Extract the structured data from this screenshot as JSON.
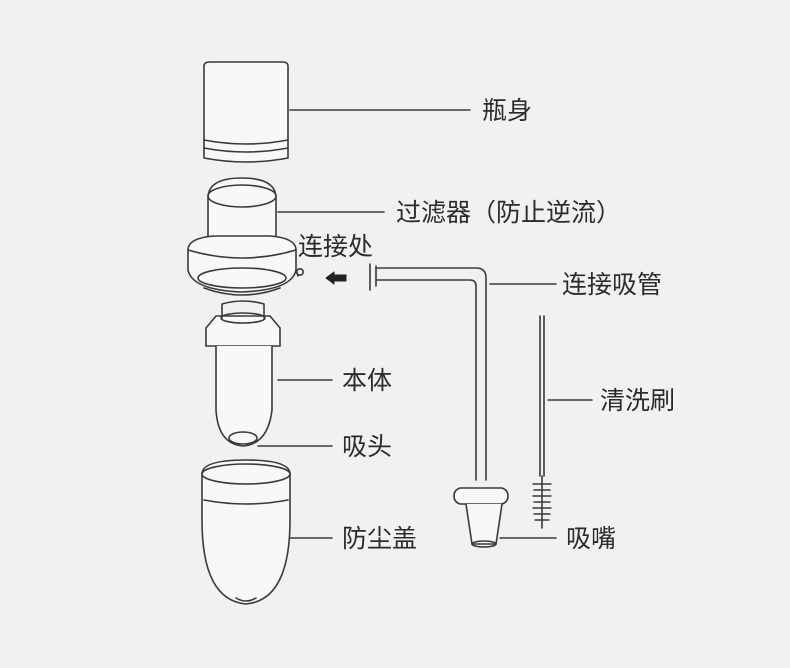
{
  "labels": {
    "bottle_body": "瓶身",
    "filter": "过滤器（防止逆流）",
    "connection_point": "连接处",
    "connecting_straw": "连接吸管",
    "main_body": "本体",
    "cleaning_brush": "清洗刷",
    "suction_head": "吸头",
    "dust_cover": "防尘盖",
    "mouthpiece": "吸嘴"
  },
  "colors": {
    "background": "#f1f1f1",
    "stroke": "#3a3a3a",
    "text": "#2b2b2b"
  }
}
